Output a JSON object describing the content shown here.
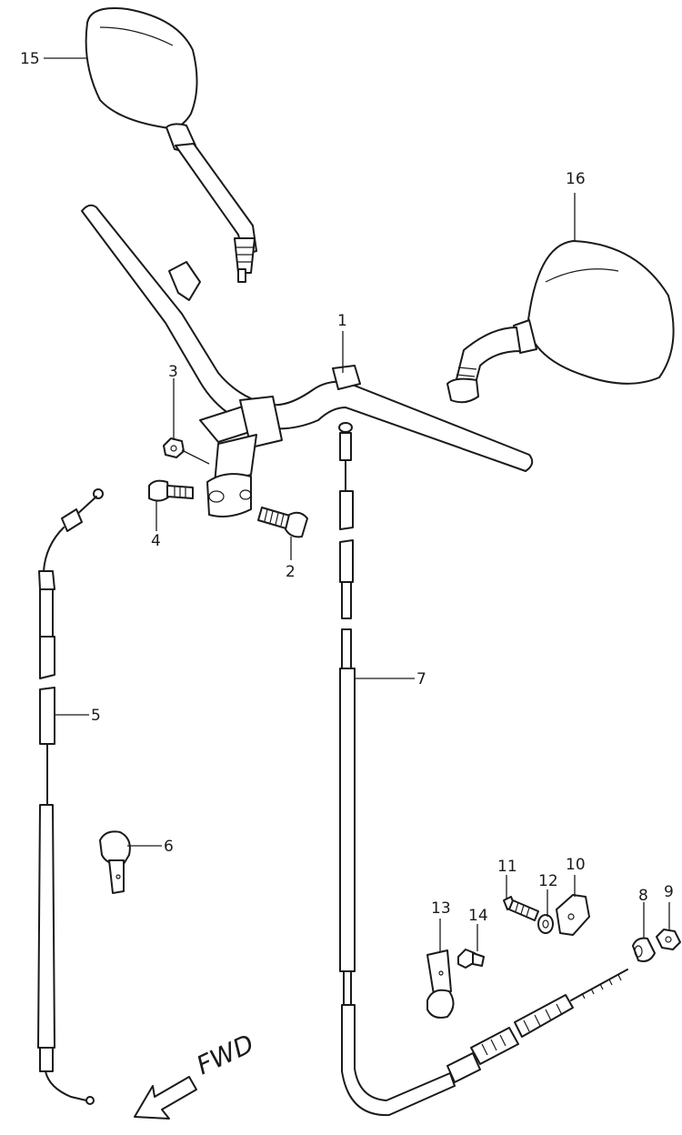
{
  "callouts": [
    {
      "num": "1",
      "part": "handlebar-clamp"
    },
    {
      "num": "2",
      "part": "bolt"
    },
    {
      "num": "3",
      "part": "nut"
    },
    {
      "num": "4",
      "part": "bolt"
    },
    {
      "num": "5",
      "part": "throttle-cable"
    },
    {
      "num": "6",
      "part": "cable-clamp"
    },
    {
      "num": "7",
      "part": "brake-cable"
    },
    {
      "num": "8",
      "part": "joint-pin"
    },
    {
      "num": "9",
      "part": "adjuster-nut"
    },
    {
      "num": "10",
      "part": "cover"
    },
    {
      "num": "11",
      "part": "bolt"
    },
    {
      "num": "12",
      "part": "washer"
    },
    {
      "num": "13",
      "part": "cable-guide"
    },
    {
      "num": "14",
      "part": "bolt"
    },
    {
      "num": "15",
      "part": "mirror-left"
    },
    {
      "num": "16",
      "part": "mirror-right"
    }
  ],
  "direction_label": "FWD",
  "icons": {
    "direction": "arrow-forward-icon"
  }
}
